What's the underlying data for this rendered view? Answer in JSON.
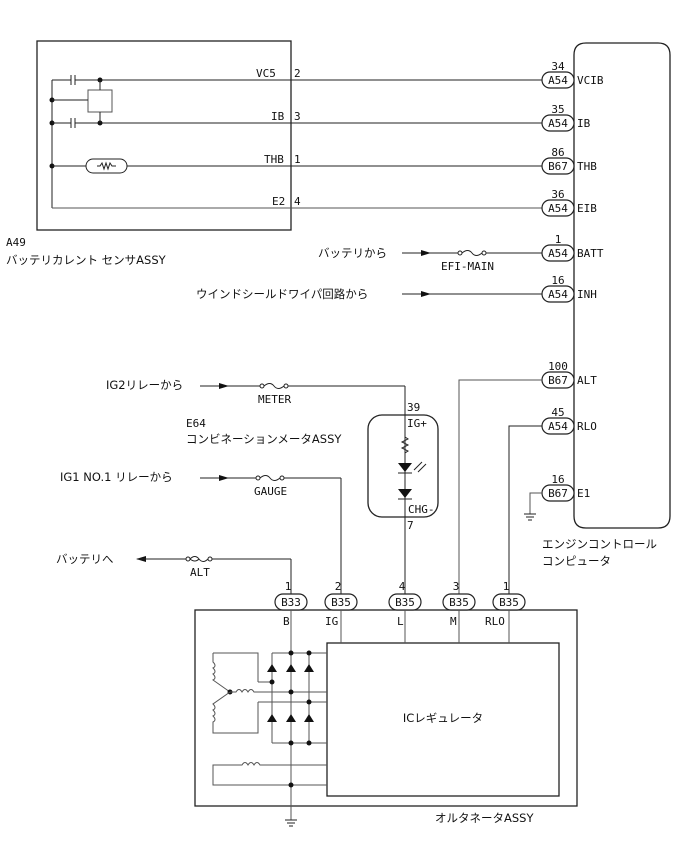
{
  "battery_sensor": {
    "id": "A49",
    "name": "バッテリカレント センサASSY",
    "pins": [
      {
        "label": "VC5",
        "pin": "2"
      },
      {
        "label": "IB",
        "pin": "3"
      },
      {
        "label": "THB",
        "pin": "1"
      },
      {
        "label": "E2",
        "pin": "4"
      }
    ]
  },
  "ecu": {
    "name_line1": "エンジンコントロール",
    "name_line2": "コンピュータ",
    "terminals": [
      {
        "pin": "34",
        "connector": "A54",
        "label": "VCIB"
      },
      {
        "pin": "35",
        "connector": "A54",
        "label": "IB"
      },
      {
        "pin": "86",
        "connector": "B67",
        "label": "THB"
      },
      {
        "pin": "36",
        "connector": "A54",
        "label": "EIB"
      },
      {
        "pin": "1",
        "connector": "A54",
        "label": "BATT"
      },
      {
        "pin": "16",
        "connector": "A54",
        "label": "INH"
      },
      {
        "pin": "100",
        "connector": "B67",
        "label": "ALT"
      },
      {
        "pin": "45",
        "connector": "A54",
        "label": "RLO"
      },
      {
        "pin": "16",
        "connector": "B67",
        "label": "E1"
      }
    ]
  },
  "sources": {
    "battery_from": "バッテリから",
    "efi_fuse": "EFI-MAIN",
    "wiper_from": "ウインドシールドワイパ回路から",
    "ig2_from": "IG2リレーから",
    "meter_fuse": "METER",
    "ig1_from": "IG1 NO.1 リレーから",
    "gauge_fuse": "GAUGE",
    "battery_to": "バッテリへ",
    "alt_fuse": "ALT"
  },
  "meter": {
    "id": "E64",
    "name": "コンビネーションメータASSY",
    "pin_top": "39",
    "label_top": "IG+",
    "label_bottom": "CHG-",
    "pin_bottom": "7"
  },
  "alternator": {
    "name": "オルタネータASSY",
    "regulator": "ICレギュレータ",
    "terminals": [
      {
        "pin": "1",
        "connector": "B33",
        "label": "B"
      },
      {
        "pin": "2",
        "connector": "B35",
        "label": "IG"
      },
      {
        "pin": "4",
        "connector": "B35",
        "label": "L"
      },
      {
        "pin": "3",
        "connector": "B35",
        "label": "M"
      },
      {
        "pin": "1",
        "connector": "B35",
        "label": "RLO"
      }
    ]
  }
}
